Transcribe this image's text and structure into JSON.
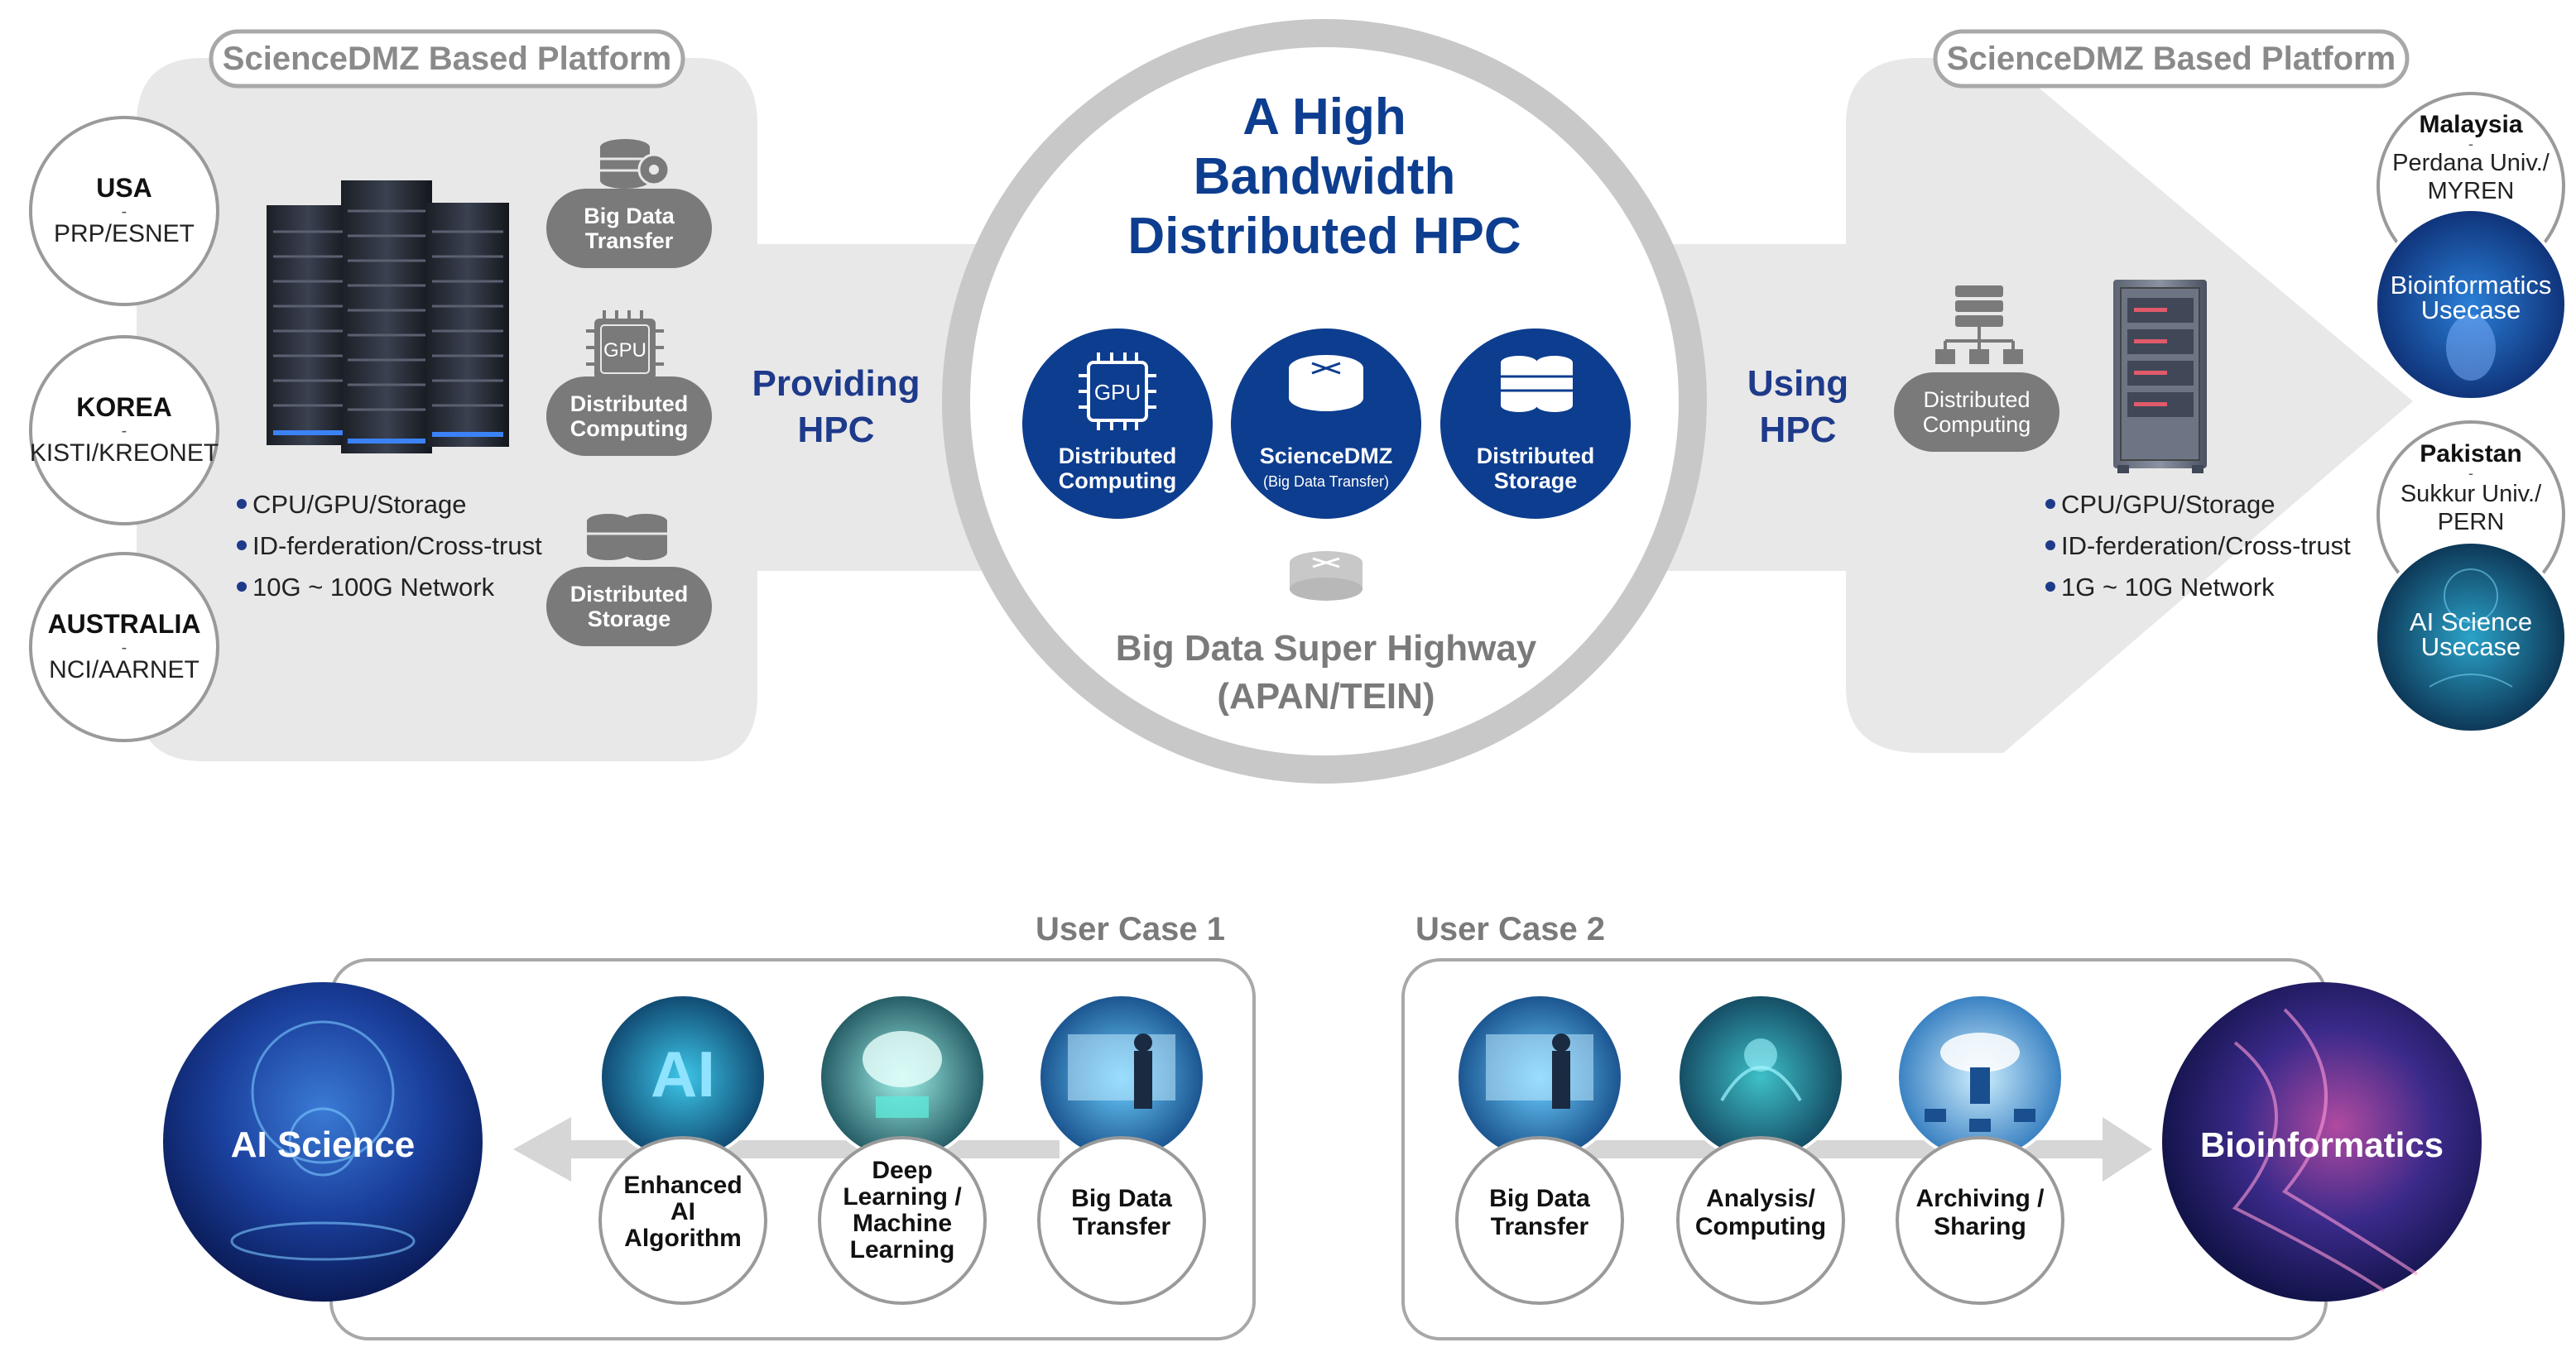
{
  "top": {
    "left_platform_label": "ScienceDMZ Based Platform",
    "right_platform_label": "ScienceDMZ Based Platform",
    "providing": [
      "Providing",
      "HPC"
    ],
    "using": [
      "Using",
      "HPC"
    ],
    "hub_title": [
      "A High",
      "Bandwidth",
      "Distributed HPC"
    ],
    "hub_icons": [
      {
        "chip": "GPU",
        "lines": [
          "Distributed",
          "Computing"
        ]
      },
      {
        "lines": [
          "ScienceDMZ",
          "(Big Data Transfer)"
        ]
      },
      {
        "lines": [
          "Distributed",
          "Storage"
        ]
      }
    ],
    "highway": [
      "Big Data Super Highway",
      "(APAN/TEIN)"
    ]
  },
  "left_countries": [
    {
      "name": "USA",
      "sep": "-",
      "net": "PRP/ESNET"
    },
    {
      "name": "KOREA",
      "sep": "-",
      "net": "KISTI/KREONET"
    },
    {
      "name": "AUSTRALIA",
      "sep": "-",
      "net": "NCI/AARNET"
    }
  ],
  "left_services": [
    {
      "lines": [
        "Big Data",
        "Transfer"
      ]
    },
    {
      "chip": "GPU",
      "lines": [
        "Distributed",
        "Computing"
      ]
    },
    {
      "lines": [
        "Distributed",
        "Storage"
      ]
    }
  ],
  "left_bullets": [
    "CPU/GPU/Storage",
    "ID-ferderation/Cross-trust",
    "10G ~ 100G Network"
  ],
  "right_service": [
    "Distributed",
    "Computing"
  ],
  "right_bullets": [
    "CPU/GPU/Storage",
    "ID-ferderation/Cross-trust",
    "1G ~ 10G Network"
  ],
  "right_countries": [
    {
      "name": "Malaysia",
      "sep": "-",
      "net": [
        "Perdana Univ./",
        "MYREN"
      ],
      "usecase": [
        "Bioinformatics",
        "Usecase"
      ]
    },
    {
      "name": "Pakistan",
      "sep": "-",
      "net": [
        "Sukkur Univ./",
        "PERN"
      ],
      "usecase": [
        "AI Science",
        "Usecase"
      ]
    }
  ],
  "user_case_1": {
    "title": "User Case 1",
    "target": "AI Science",
    "steps": [
      {
        "lines": [
          "Enhanced",
          "AI",
          "Algorithm"
        ],
        "icon": "ai-hand-icon"
      },
      {
        "lines": [
          "Deep",
          "Learning  /",
          "Machine",
          "Learning"
        ],
        "icon": "brain-chip-icon"
      },
      {
        "lines": [
          "Big Data",
          "Transfer"
        ],
        "icon": "data-screen-icon"
      }
    ]
  },
  "user_case_2": {
    "title": "User Case 2",
    "target": "Bioinformatics",
    "steps": [
      {
        "lines": [
          "Big Data",
          "Transfer"
        ],
        "icon": "data-screen-icon"
      },
      {
        "lines": [
          "Analysis/",
          "Computing"
        ],
        "icon": "lab-analysis-icon"
      },
      {
        "lines": [
          "Archiving /",
          "Sharing"
        ],
        "icon": "cloud-network-icon"
      }
    ]
  },
  "colors": {
    "navy": "#1e3a8a",
    "deep_blue": "#0d3d8f",
    "gray_icon": "#7a7a7a",
    "light_band": "#e8e8e8",
    "ring": "#c8c8c8"
  }
}
